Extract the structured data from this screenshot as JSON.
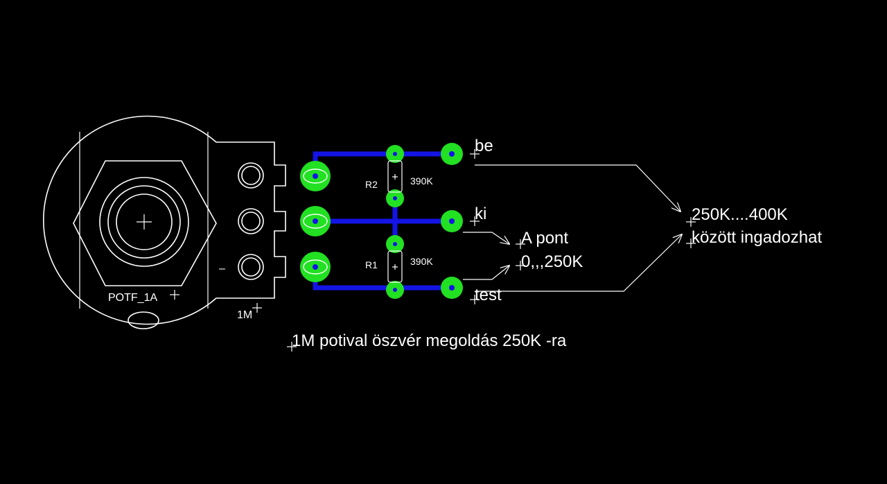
{
  "labels": {
    "pot_name": "POTF_1A",
    "pot_value": "1M",
    "pot_minus": "–",
    "r2_name": "R2",
    "r2_value": "390K",
    "r1_name": "R1",
    "r1_value": "390K",
    "net_be": "be",
    "net_ki": "ki",
    "net_test": "test",
    "a_pont_line1": "A pont",
    "a_pont_line2": "0,,,250K",
    "range_line1": "250K....400K",
    "range_line2": "között ingadozhat",
    "caption": "1M potival öszvér megoldás 250K -ra"
  },
  "colors": {
    "background": "#000000",
    "silkscreen": "#ffffff",
    "trace": "#1414e6",
    "pad": "#22e022"
  }
}
